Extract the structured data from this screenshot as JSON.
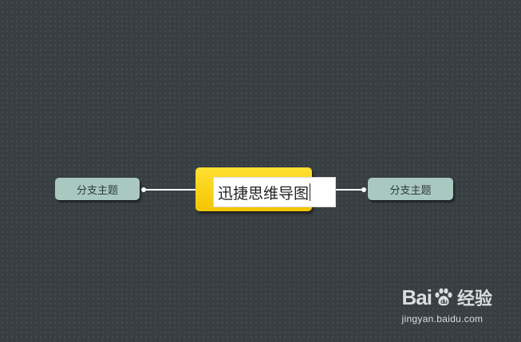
{
  "mindmap": {
    "central_topic": {
      "text": "迅捷思维导图"
    },
    "branches": [
      {
        "label": "分支主题"
      },
      {
        "label": "分支主题"
      }
    ]
  },
  "watermark": {
    "brand_prefix": "Bai",
    "brand_suffix": "经验",
    "url": "jingyan.baidu.com",
    "icon": "paw-icon"
  },
  "colors": {
    "background": "#383f43",
    "central_fill": "#f7cf00",
    "branch_fill": "#a9c9c0",
    "connector": "#ffffff"
  }
}
